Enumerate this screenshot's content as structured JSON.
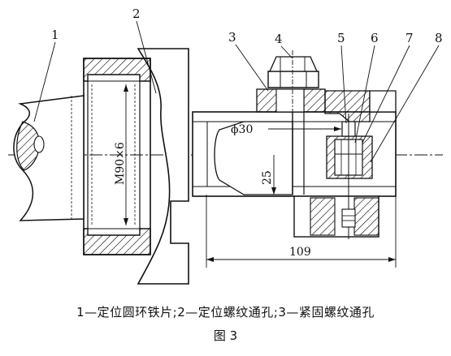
{
  "part_labels": [
    "1",
    "2",
    "3",
    "4",
    "5",
    "6",
    "7",
    "8"
  ],
  "dimensions": {
    "thread": "M90×6",
    "diameter": "ϕ30",
    "height": "25",
    "length": "109"
  },
  "caption": "1—定位圆环铁片;2—定位螺纹通孔;3—紧固螺纹通孔",
  "figure_label": "图 3"
}
